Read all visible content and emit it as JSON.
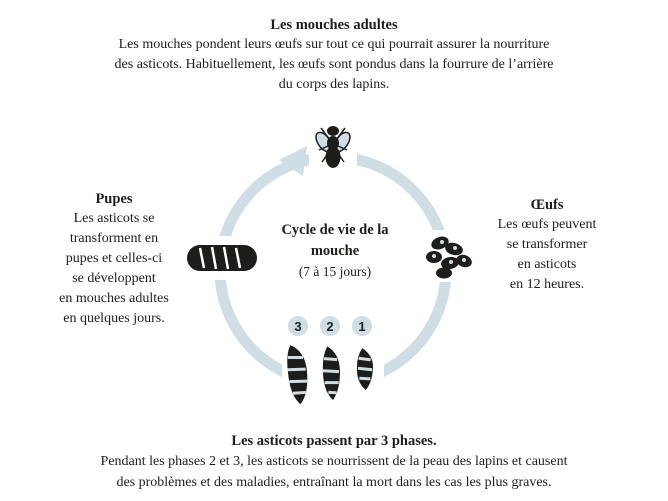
{
  "adults": {
    "title": "Les mouches adultes",
    "lines": [
      "Les mouches pondent leurs œufs sur tout ce qui pourrait assurer la nourriture",
      "des asticots. Habituellement, les œufs sont pondus dans la fourrure de l’arrière",
      "du corps des lapins."
    ]
  },
  "pupae": {
    "title": "Pupes",
    "lines": [
      "Les asticots se",
      "transforment en",
      "pupes et celles-ci",
      "se développent",
      "en mouches adultes",
      "en quelques jours."
    ]
  },
  "eggs": {
    "title": "Œufs",
    "lines": [
      "Les œufs peuvent",
      "se transformer",
      "en asticots",
      "en 12 heures."
    ]
  },
  "center": {
    "title_lines": [
      "Cycle de vie de la",
      "mouche"
    ],
    "subtitle": "(7 à 15 jours)"
  },
  "larvae": {
    "title": "Les asticots passent par 3 phases.",
    "lines": [
      "Pendant les phases 2 et 3, les asticots se nourrissent de la peau des lapins et causent",
      "des problèmes et des maladies, entraînant la mort dans les cas les plus graves."
    ],
    "phases": [
      "3",
      "2",
      "1"
    ]
  },
  "colors": {
    "cycle": "#cfdde4",
    "ink": "#1d1d1b",
    "badge": "#cfdde4"
  },
  "icons": [
    "fly-icon",
    "eggs-icon",
    "pupa-icon",
    "larva-icon"
  ]
}
